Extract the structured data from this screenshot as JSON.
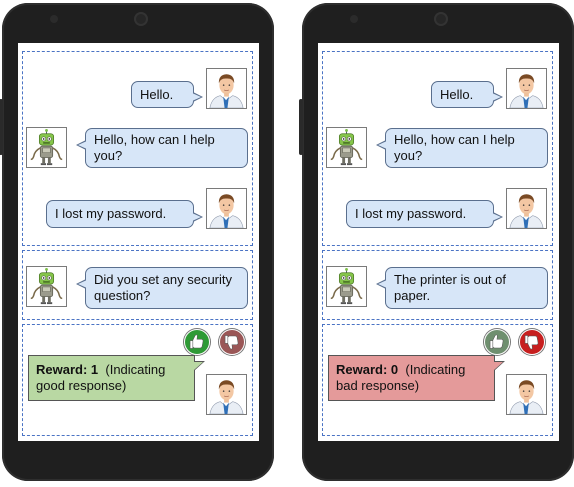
{
  "colors": {
    "bubble": "#d7e6f8",
    "section_border": "#4a73c4",
    "good_reward": "#b9d8a3",
    "bad_reward": "#e49a9a",
    "thumb_up_active": "#2e9a35",
    "thumb_down_active": "#c71f1f",
    "thumb_muted_up": "#6f8f6f",
    "thumb_muted_down": "#9a5656"
  },
  "phones": [
    {
      "dialog": {
        "user_1": "Hello.",
        "bot_1": "Hello, how can I help you?",
        "user_2": "I  lost my password."
      },
      "response": {
        "bot": "Did you set any security question?"
      },
      "reward": {
        "label": "Reward: 1",
        "note": "(Indicating good response)",
        "icon_active": "thumbs-up-icon"
      }
    },
    {
      "dialog": {
        "user_1": "Hello.",
        "bot_1": "Hello, how can I help you?",
        "user_2": "I  lost my password."
      },
      "response": {
        "bot": "The printer is out of paper."
      },
      "reward": {
        "label": "Reward: 0",
        "note": "(Indicating bad response)",
        "icon_active": "thumbs-down-icon"
      }
    }
  ]
}
